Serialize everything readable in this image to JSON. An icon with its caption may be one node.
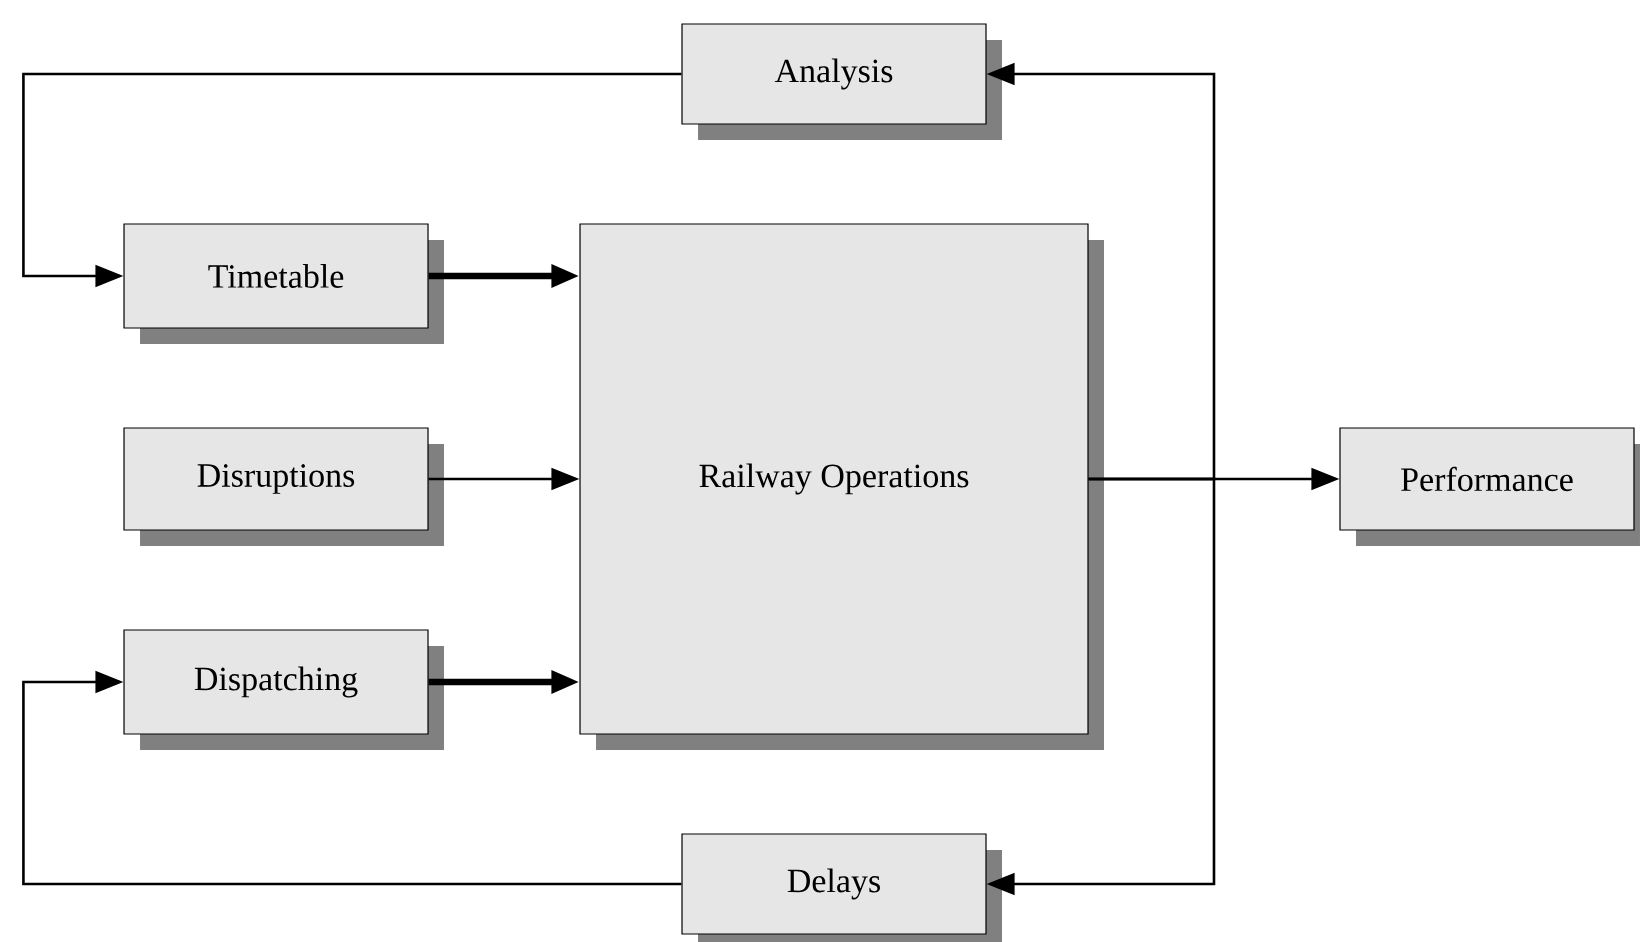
{
  "diagram": {
    "nodes": [
      {
        "text": [
          "Analysis"
        ]
      },
      {
        "text": [
          "Timetable"
        ]
      },
      {
        "text": [
          "Disruptions"
        ]
      },
      {
        "text": [
          "Dispatching"
        ]
      },
      {
        "text": [
          "Railway Operations"
        ]
      },
      {
        "text": [
          "Performance"
        ]
      },
      {
        "text": [
          "Delays"
        ]
      }
    ],
    "edges": [
      {
        "from": 0,
        "to": 1,
        "arrow": "to"
      },
      {
        "from": 1,
        "to": 4,
        "arrow": "to",
        "style": "thick"
      },
      {
        "from": 2,
        "to": 4,
        "arrow": "to"
      },
      {
        "from": 3,
        "to": 4,
        "arrow": "to",
        "style": "thick"
      },
      {
        "from": 4,
        "to": 5,
        "arrow": "to"
      },
      {
        "from": 4,
        "to": 0,
        "arrow": "to"
      },
      {
        "from": 4,
        "to": 6,
        "arrow": "to"
      },
      {
        "from": 6,
        "to": 3,
        "arrow": "to"
      }
    ]
  }
}
